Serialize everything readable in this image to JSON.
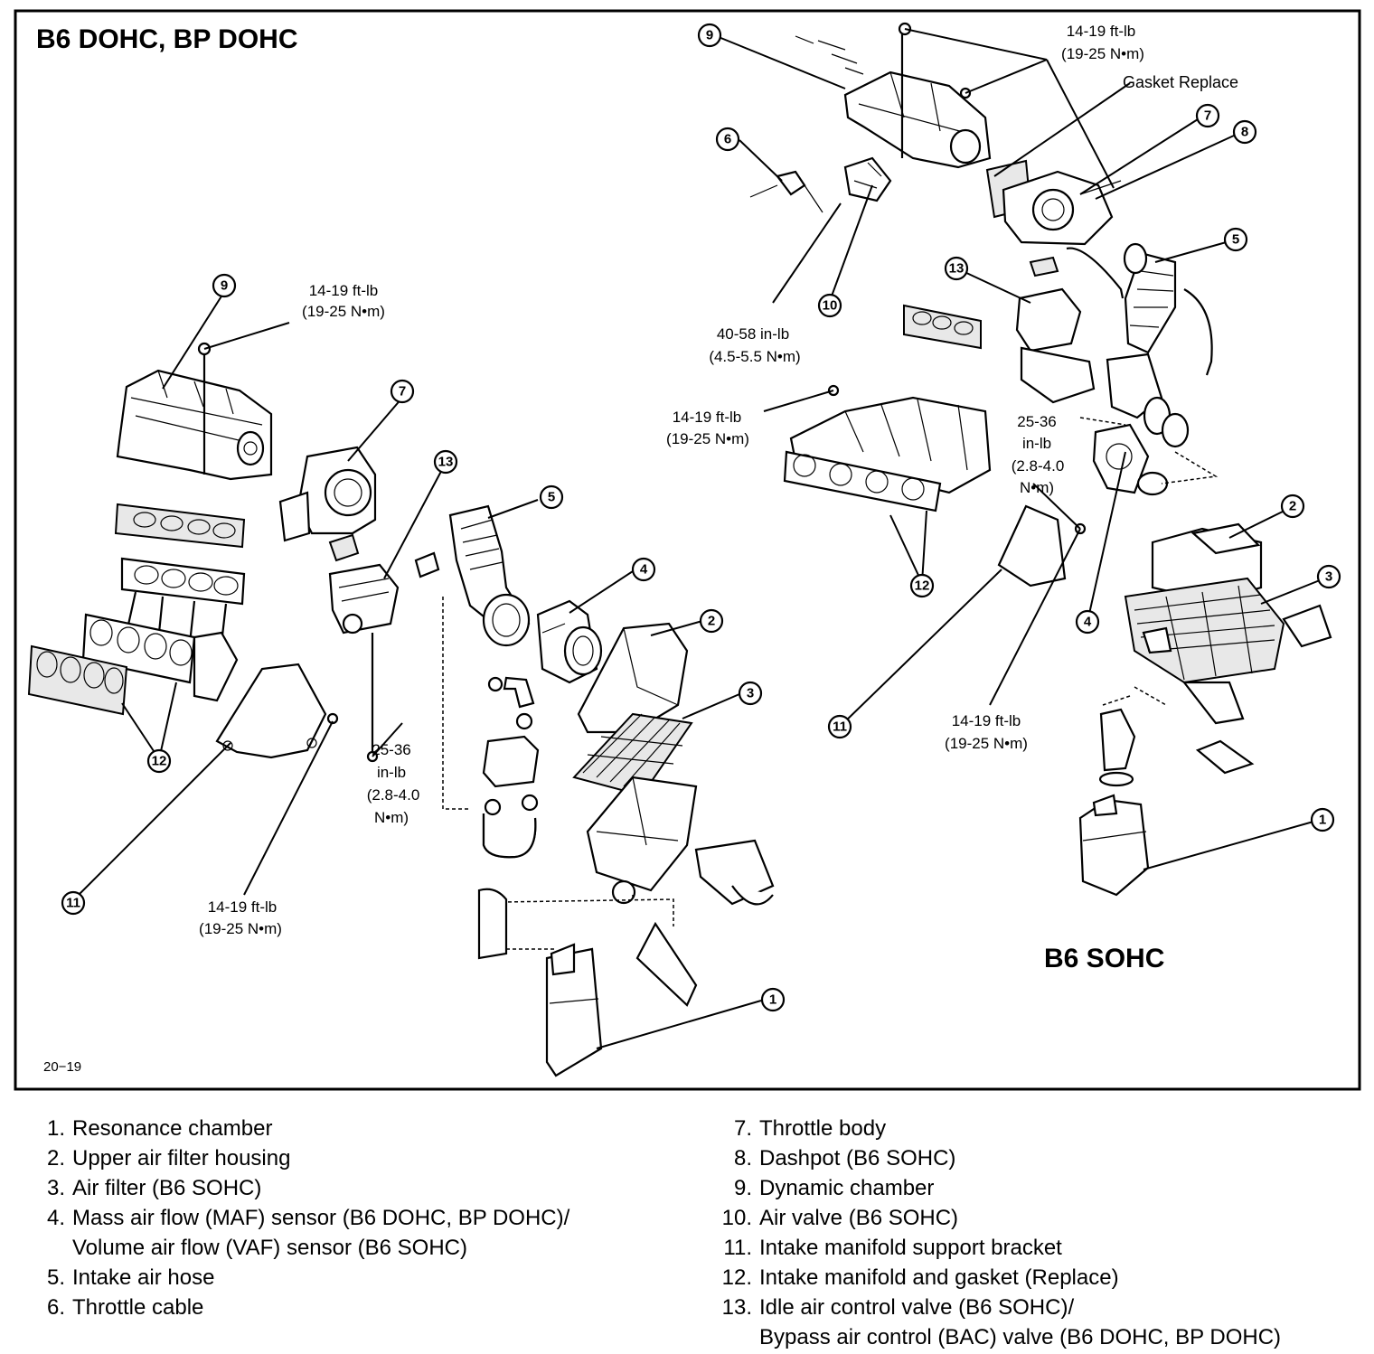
{
  "diagram": {
    "title": "B6 DOHC, BP DOHC",
    "subtitle": "B6 SOHC",
    "figure_id": "20−19",
    "gasket_label": "Gasket Replace",
    "torque": {
      "t14_19_ftlb": "14-19 ft-lb",
      "t19_25_nm": "(19-25 N•m)",
      "t40_58_inlb": "40-58 in-lb",
      "t4_5_5_5_nm": "(4.5-5.5 N•m)",
      "t25_36": "25-36",
      "inlb": "in-lb",
      "t2_8_4_0": "(2.8-4.0",
      "nm_close": "N•m)"
    },
    "callouts": [
      "1",
      "2",
      "3",
      "4",
      "5",
      "6",
      "7",
      "8",
      "9",
      "10",
      "11",
      "12",
      "13"
    ]
  },
  "legend": {
    "items": [
      {
        "num": "1.",
        "text": "Resonance chamber"
      },
      {
        "num": "2.",
        "text": "Upper air filter housing"
      },
      {
        "num": "3.",
        "text": "Air filter (B6 SOHC)"
      },
      {
        "num": "4.",
        "text": "Mass air flow (MAF) sensor (B6 DOHC, BP DOHC)/",
        "cont": "Volume air flow (VAF) sensor (B6 SOHC)"
      },
      {
        "num": "5.",
        "text": "Intake air hose"
      },
      {
        "num": "6.",
        "text": "Throttle cable"
      },
      {
        "num": "7.",
        "text": "Throttle body"
      },
      {
        "num": "8.",
        "text": "Dashpot (B6 SOHC)"
      },
      {
        "num": "9.",
        "text": "Dynamic chamber"
      },
      {
        "num": "10.",
        "text": "Air valve (B6 SOHC)"
      },
      {
        "num": "11.",
        "text": "Intake manifold support bracket"
      },
      {
        "num": "12.",
        "text": "Intake manifold and gasket (Replace)"
      },
      {
        "num": "13.",
        "text": "Idle air control valve (B6 SOHC)/",
        "cont": "Bypass air control (BAC) valve (B6 DOHC, BP DOHC)"
      }
    ]
  }
}
